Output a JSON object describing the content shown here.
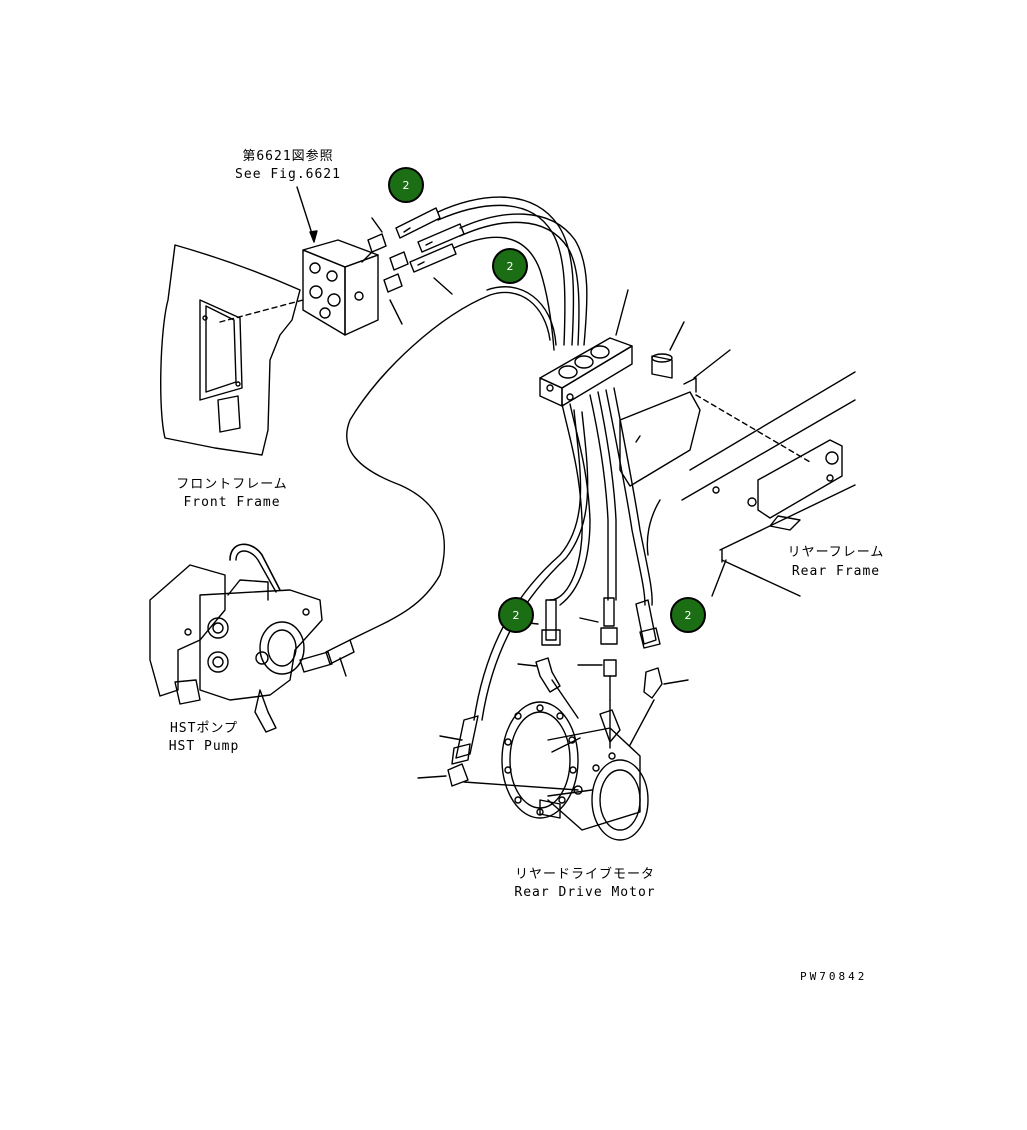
{
  "references": {
    "see_fig_jp": "第6621図参照",
    "see_fig_en": "See Fig.6621"
  },
  "labels": {
    "front_frame_jp": "フロントフレーム",
    "front_frame_en": "Front Frame",
    "rear_frame_jp": "リヤーフレーム",
    "rear_frame_en": "Rear Frame",
    "hst_pump_jp": "HSTポンプ",
    "hst_pump_en": "HST Pump",
    "rear_drive_motor_jp": "リヤードライブモータ",
    "rear_drive_motor_en": "Rear Drive Motor"
  },
  "callouts": [
    "2",
    "2",
    "2",
    "2"
  ],
  "drawing_code": "PW70842",
  "colors": {
    "callout_fill": "#1b6e14",
    "callout_text": "#ffffff",
    "line": "#000000",
    "background": "#ffffff"
  }
}
